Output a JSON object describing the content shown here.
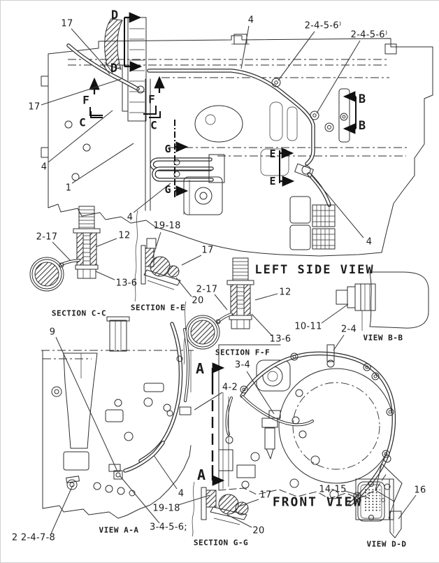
{
  "figure": {
    "bg_color": "#ffffff",
    "ink_color": "#2d2d2d"
  },
  "titles": {
    "left_side_view": "LEFT SIDE VIEW",
    "front_view": "FRONT VIEW",
    "section_cc": "SECTION C-C",
    "section_ee": "SECTION E-E",
    "section_ff": "SECTION F-F",
    "section_gg": "SECTION G-G",
    "view_aa": "VIEW A-A",
    "view_bb": "VIEW B-B",
    "view_dd": "VIEW D-D"
  },
  "section_letters": {
    "d_top": "D",
    "d_bottom": "D",
    "f_left": "F",
    "f_right": "F",
    "c_left": "C",
    "c_right": "C",
    "g_top": "G",
    "g_bottom": "G",
    "e_top": "E",
    "e_bottom": "E",
    "b_top": "B",
    "b_bottom": "B",
    "a_top": "A",
    "a_bottom": "A"
  },
  "callouts": {
    "c17_topleft": "17",
    "c17_left": "17",
    "c4_top": "4",
    "c2456_a": "2-4-5-6⁾",
    "c2456_b": "2-4-5-6⁾",
    "c4_left": "4",
    "c1": "1",
    "c4_mid": "4",
    "c19_18_mid": "19-18",
    "c4_right": "4",
    "c2_17_cc": "2-17",
    "c12_cc": "12",
    "c13_6_cc": "13-6",
    "c17_ee": "17",
    "c20_ee": "20",
    "c2_17_ff": "2-17",
    "c12_ff": "12",
    "c13_6_ff": "13-6",
    "c10_11": "10-11",
    "c2_4": "2-4",
    "c9": "9",
    "c4_2": "4-2",
    "c3_4": "3-4",
    "c4_aa": "4",
    "c19_18_aa": "19-18",
    "c3456": "3-4-5-6;",
    "c2_2478": "2 2-4-7-8",
    "c17_gg": "17",
    "c20_gg": "20",
    "c14_15": "14-15",
    "c16": "16"
  }
}
